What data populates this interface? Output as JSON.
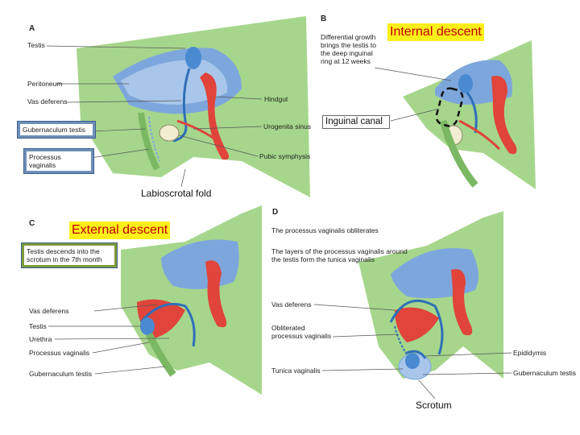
{
  "panels": {
    "A": {
      "letter": "A",
      "labels": {
        "testis": "Testis",
        "peritoneum": "Peritoneum",
        "vas_deferens": "Vas deferens",
        "hindgut": "Hindgut",
        "urogenital_sinus": "Urogenita sinus",
        "pubic_symphysis": "Pubic symphysis",
        "gubernaculum": "Gubernaculum testis",
        "processus": "Processus vaginalis",
        "labioscrotal": "Labioscrotal fold"
      }
    },
    "B": {
      "letter": "B",
      "callout": "Internal descent",
      "description": "Differential growth brings the testis to the deep inguinal ring at 12 weeks",
      "inguinal": "Inguinal canal"
    },
    "C": {
      "letter": "C",
      "callout": "External descent",
      "description": "Testis descends into the scrotum in the 7th month",
      "labels": {
        "vas_deferens": "Vas deferens",
        "testis": "Testis",
        "urethra": "Urethra",
        "processus": "Processus vaginalis",
        "gubernaculum": "Gubernaculum testis"
      }
    },
    "D": {
      "letter": "D",
      "line1": "The processus vaginalis obliterates",
      "line2": "The layers of the processus vaginalis around the testis form the tunica vaginalis",
      "labels": {
        "vas_deferens": "Vas deferens",
        "obliterated": "Obliterated processus vaginalis",
        "tunica": "Tunica vaginalis",
        "epididymis": "Epididymis",
        "gubernaculum": "Gubernaculum testis",
        "scrotum": "Scrotum"
      }
    }
  },
  "colors": {
    "green": "#a6d68c",
    "green_dark": "#7bb863",
    "blue": "#7da7dc",
    "blue_dark": "#3f7fc4",
    "red": "#e0443a",
    "yellow": "#ffef1a",
    "callout_text": "#c00000"
  }
}
